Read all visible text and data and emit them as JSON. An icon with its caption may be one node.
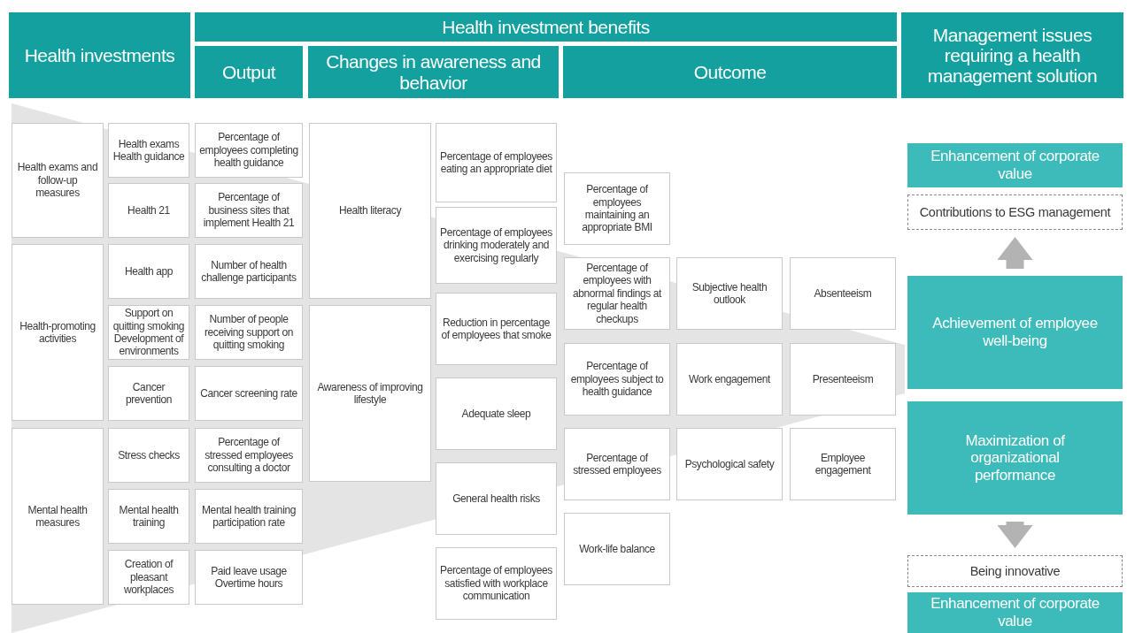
{
  "diagram": {
    "nodes": [
      {
        "text": [
          "Health investments"
        ]
      },
      {
        "text": [
          "Health investment benefits"
        ]
      },
      {
        "text": [
          "Output"
        ]
      },
      {
        "text": [
          "Changes in awareness and behavior"
        ]
      },
      {
        "text": [
          "Outcome"
        ]
      },
      {
        "text": [
          "Management issues requiring a health management solution"
        ]
      },
      {
        "text": [
          "Health exams and follow-up measures"
        ]
      },
      {
        "text": [
          "Health-promoting activities"
        ]
      },
      {
        "text": [
          "Mental health measures"
        ]
      },
      {
        "text": [
          "Health exams",
          "Health guidance"
        ]
      },
      {
        "text": [
          "Health 21"
        ]
      },
      {
        "text": [
          "Health app"
        ]
      },
      {
        "text": [
          "Support on quitting smoking",
          "Development of environments"
        ]
      },
      {
        "text": [
          "Cancer prevention"
        ]
      },
      {
        "text": [
          "Stress checks"
        ]
      },
      {
        "text": [
          "Mental health training"
        ]
      },
      {
        "text": [
          "Creation of pleasant workplaces"
        ]
      },
      {
        "text": [
          "Percentage of employees completing health guidance"
        ]
      },
      {
        "text": [
          "Percentage of business sites that implement Health 21"
        ]
      },
      {
        "text": [
          "Number of health challenge participants"
        ]
      },
      {
        "text": [
          "Number of people receiving support on quitting smoking"
        ]
      },
      {
        "text": [
          "Cancer screening rate"
        ]
      },
      {
        "text": [
          "Percentage of stressed employees consulting a doctor"
        ]
      },
      {
        "text": [
          "Mental health training participation rate"
        ]
      },
      {
        "text": [
          "Paid leave usage",
          "Overtime hours"
        ]
      },
      {
        "text": [
          "Health literacy"
        ]
      },
      {
        "text": [
          "Awareness of improving lifestyle"
        ]
      },
      {
        "text": [
          "Percentage of employees eating an appropriate diet"
        ]
      },
      {
        "text": [
          "Percentage of employees drinking moderately and exercising regularly"
        ]
      },
      {
        "text": [
          "Reduction in percentage of employees that smoke"
        ]
      },
      {
        "text": [
          "Adequate sleep"
        ]
      },
      {
        "text": [
          "General health risks"
        ]
      },
      {
        "text": [
          "Percentage of employees satisfied with workplace communication"
        ]
      },
      {
        "text": [
          "Percentage of employees maintaining an appropriate BMI"
        ]
      },
      {
        "text": [
          "Percentage of employees with abnormal findings at regular health checkups"
        ]
      },
      {
        "text": [
          "Percentage of employees subject to health guidance"
        ]
      },
      {
        "text": [
          "Percentage of stressed employees"
        ]
      },
      {
        "text": [
          "Work-life balance"
        ]
      },
      {
        "text": [
          "Subjective health outlook"
        ]
      },
      {
        "text": [
          "Work engagement"
        ]
      },
      {
        "text": [
          "Psychological safety"
        ]
      },
      {
        "text": [
          "Absenteeism"
        ]
      },
      {
        "text": [
          "Presenteeism"
        ]
      },
      {
        "text": [
          "Employee engagement"
        ]
      },
      {
        "text": [
          "Enhancement of corporate value"
        ]
      },
      {
        "text": [
          "Contributions to ESG management"
        ]
      },
      {
        "text": [
          "Achievement of employee well-being"
        ]
      },
      {
        "text": [
          "Maximization of organizational performance"
        ]
      },
      {
        "text": [
          "Being innovative"
        ]
      },
      {
        "text": [
          "Enhancement of corporate value"
        ]
      }
    ],
    "edges": [
      {
        "from": 46,
        "to": 45,
        "arrow": "to"
      },
      {
        "from": 47,
        "to": 48,
        "arrow": "to"
      }
    ]
  }
}
